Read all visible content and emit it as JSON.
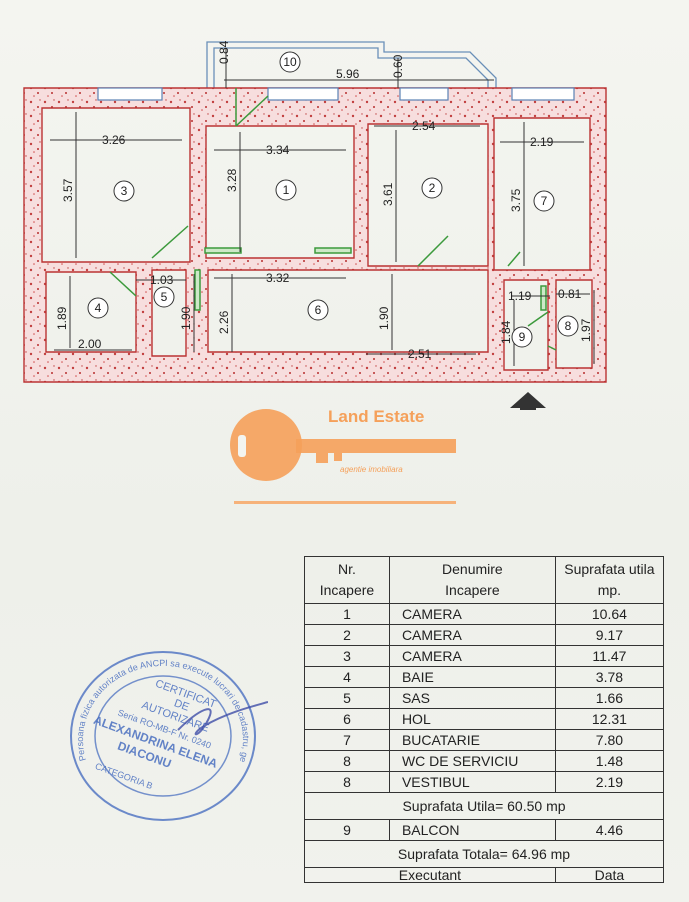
{
  "floorplan": {
    "rooms": [
      {
        "id": "1"
      },
      {
        "id": "2"
      },
      {
        "id": "3"
      },
      {
        "id": "4"
      },
      {
        "id": "5"
      },
      {
        "id": "6"
      },
      {
        "id": "7"
      },
      {
        "id": "8"
      },
      {
        "id": "9"
      },
      {
        "id": "10"
      }
    ],
    "dimensions": [
      "0.84",
      "0.60",
      "5.96",
      "3.26",
      "3.34",
      "2.54",
      "2.19",
      "3.57",
      "3.28",
      "3.61",
      "3.75",
      "1.03",
      "3.32",
      "1.19",
      "0.81",
      "1.89",
      "1.90",
      "2.26",
      "1.90",
      "1.84",
      "1.97",
      "2.00",
      "2.51"
    ]
  },
  "logo": {
    "title": "Land Estate",
    "subtitle": "agentie imobiliara"
  },
  "table": {
    "headers": {
      "col1": [
        "Nr.",
        "Incapere"
      ],
      "col2": [
        "Denumire",
        "Incapere"
      ],
      "col3": [
        "Suprafata utila",
        "mp."
      ]
    },
    "rows": [
      {
        "nr": "1",
        "name": "CAMERA",
        "area": "10.64"
      },
      {
        "nr": "2",
        "name": "CAMERA",
        "area": "9.17"
      },
      {
        "nr": "3",
        "name": "CAMERA",
        "area": "11.47"
      },
      {
        "nr": "4",
        "name": "BAIE",
        "area": "3.78"
      },
      {
        "nr": "5",
        "name": "SAS",
        "area": "1.66"
      },
      {
        "nr": "6",
        "name": "HOL",
        "area": "12.31"
      },
      {
        "nr": "7",
        "name": "BUCATARIE",
        "area": "7.80"
      },
      {
        "nr": "8",
        "name": "WC DE SERVICIU",
        "area": "1.48"
      },
      {
        "nr": "8",
        "name": "VESTIBUL",
        "area": "2.19"
      }
    ],
    "useful_total": "Suprafata Utila= 60.50 mp",
    "balcony": {
      "nr": "9",
      "name": "BALCON",
      "area": "4.46"
    },
    "grand_total": "Suprafata Totala= 64.96 mp",
    "cut_off": [
      "Executant",
      "Data"
    ]
  },
  "stamp": {
    "outer_text": "Persoana fizica autorizata de ANCPI sa execute lucrari de cadastru, geodezie si cartografie",
    "line1": "CERTIFICAT",
    "line2": "DE",
    "line3": "AUTORIZARE",
    "line4": "Seria RO-MB-F Nr. 0240",
    "line5": "ALEXANDRINA ELENA",
    "line6": "DIACONU",
    "line7": "CATEGORIA B"
  }
}
